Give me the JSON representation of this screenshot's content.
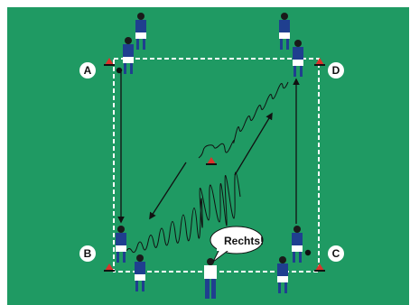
{
  "field": {
    "color": "#1f9a63",
    "line_color": "#ffffff"
  },
  "corners": {
    "a": "A",
    "b": "B",
    "c": "C",
    "d": "D"
  },
  "speech_bubble": {
    "text": "Rechts!"
  },
  "colors": {
    "player_shirt": "#1f3f8f",
    "player_shorts": "#ffffff",
    "coach_shirt": "#ffffff",
    "coach_trousers": "#1f3f8f",
    "cone": "#d9342b"
  },
  "icons": [
    "player-icon",
    "coach-icon",
    "cone-icon",
    "ball-icon",
    "arrow-icon",
    "wavy-dribble-path-icon",
    "speech-bubble-icon"
  ]
}
